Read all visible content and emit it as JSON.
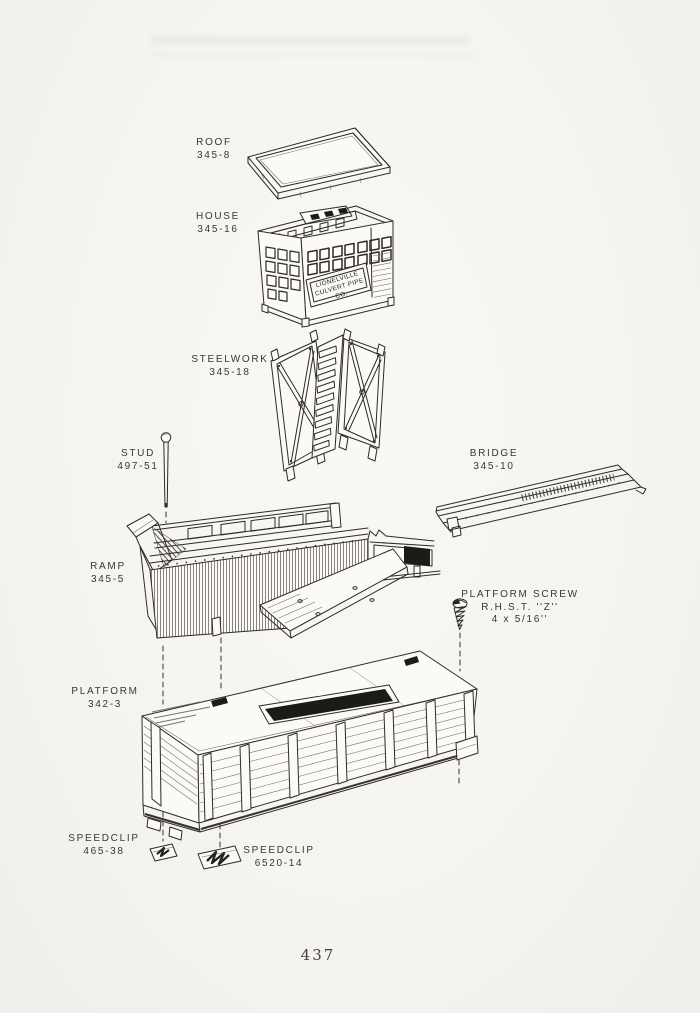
{
  "page": {
    "number": "437",
    "paper_color": "#f5f4ef",
    "ink_color": "#2e2b26"
  },
  "parts": {
    "roof": {
      "name": "ROOF",
      "part_no": "345-8"
    },
    "house": {
      "name": "HOUSE",
      "part_no": "345-16"
    },
    "steelwork": {
      "name": "STEELWORK",
      "part_no": "345-18"
    },
    "stud": {
      "name": "STUD",
      "part_no": "497-51"
    },
    "bridge": {
      "name": "BRIDGE",
      "part_no": "345-10"
    },
    "ramp": {
      "name": "RAMP",
      "part_no": "345-5"
    },
    "platform_screw": {
      "name": "PLATFORM SCREW",
      "spec": "R.H.S.T. ''Z''",
      "size": "4 x 5/16''"
    },
    "platform": {
      "name": "PLATFORM",
      "part_no": "342-3"
    },
    "speedclip_small": {
      "name": "SPEEDCLIP",
      "part_no": "465-38"
    },
    "speedclip_large": {
      "name": "SPEEDCLIP",
      "part_no": "6520-14"
    }
  },
  "house_sign": {
    "line1": "LIONELVILLE",
    "line2": "CULVERT PIPE",
    "line3": "CO."
  }
}
